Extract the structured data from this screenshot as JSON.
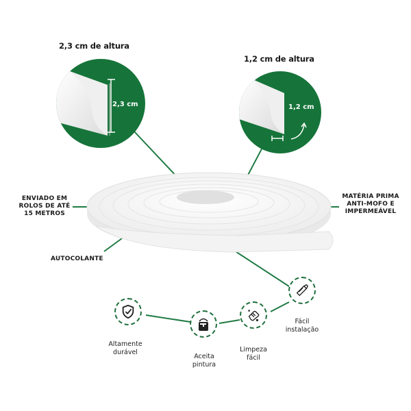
{
  "colors": {
    "brand_green": "#16743a",
    "line_green": "#1e7a42",
    "text": "#1a1a1a",
    "background": "#ffffff"
  },
  "detail_large": {
    "title": "2,3 cm  de altura",
    "measure_label": "2,3 cm"
  },
  "detail_small": {
    "title": "1,2 cm  de altura",
    "measure_label": "1,2 cm"
  },
  "callouts": {
    "left_top": "ENVIADO EM ROLOS DE ATÉ 15 METROS",
    "left_top_lines": [
      "ENVIADO EM",
      "ROLOS DE ATÉ",
      "15 METROS"
    ],
    "left_bottom": "AUTOCOLANTE",
    "right_lines": [
      "MATÉRIA PRIMA",
      "ANTI-MOFO E",
      "IMPERMEÁVEL"
    ]
  },
  "features": [
    {
      "icon": "shield-check-icon",
      "lines": [
        "Altamente",
        "durável"
      ]
    },
    {
      "icon": "paint-bucket-icon",
      "lines": [
        "Aceita",
        "pintura"
      ]
    },
    {
      "icon": "cleaning-hand-icon",
      "lines": [
        "Limpeza",
        "fácil"
      ]
    },
    {
      "icon": "utility-knife-icon",
      "lines": [
        "Fácil",
        "instalação"
      ]
    }
  ]
}
